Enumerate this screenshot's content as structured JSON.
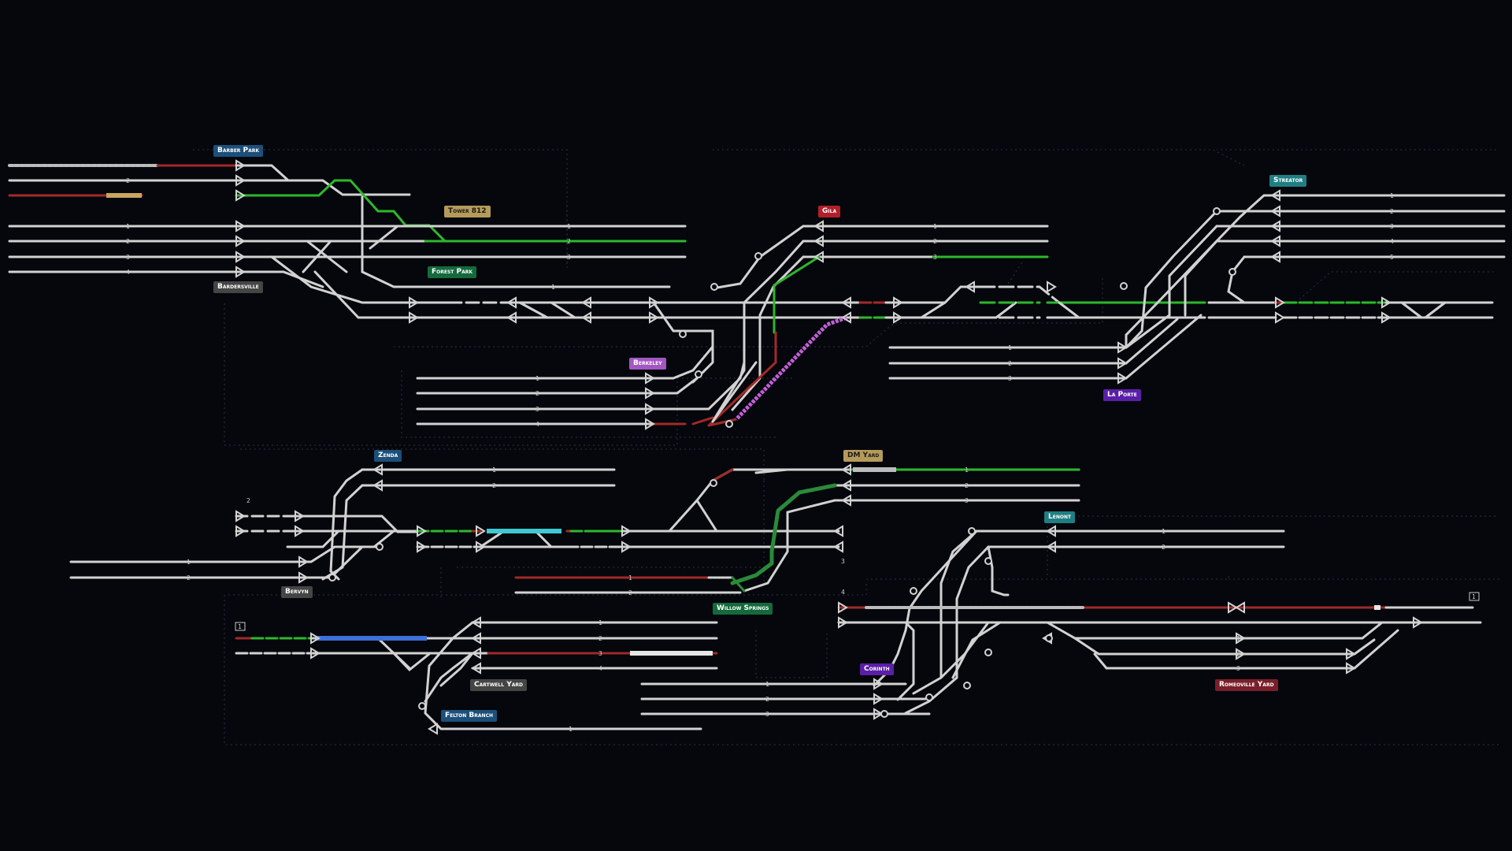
{
  "window": {
    "title": "Rail signalling panel"
  },
  "colors": {
    "background": "#05070c",
    "track": "#d2d2d2",
    "route_set": "#2db82d",
    "occupied": "#a12a2a",
    "zone_border": "#2a3345"
  },
  "stations": [
    {
      "id": "barber-park",
      "name": "Barber Park",
      "color": "#1c4f7a",
      "text": "#ffffff"
    },
    {
      "id": "tower-812",
      "name": "Tower 812",
      "color": "#b59a5a",
      "text": "#1a1a1a"
    },
    {
      "id": "bardersville",
      "name": "Bardersville",
      "color": "#454545",
      "text": "#ffffff"
    },
    {
      "id": "forest-park",
      "name": "Forest Park",
      "color": "#146a3c",
      "text": "#ffffff"
    },
    {
      "id": "gila",
      "name": "Gila",
      "color": "#b21f2a",
      "text": "#ffffff"
    },
    {
      "id": "streator",
      "name": "Streator",
      "color": "#1f7e82",
      "text": "#ffffff"
    },
    {
      "id": "berkeley",
      "name": "Berkeley",
      "color": "#a456c2",
      "text": "#ffffff"
    },
    {
      "id": "la-porte",
      "name": "La Porte",
      "color": "#5a1fa8",
      "text": "#ffffff"
    },
    {
      "id": "zenda",
      "name": "Zenda",
      "color": "#1c4f7a",
      "text": "#ffffff"
    },
    {
      "id": "dm-yard",
      "name": "DM Yard",
      "color": "#b59a5a",
      "text": "#1a1a1a"
    },
    {
      "id": "lenont",
      "name": "Lenont",
      "color": "#1f7e82",
      "text": "#ffffff"
    },
    {
      "id": "bervyn",
      "name": "Bervyn",
      "color": "#454545",
      "text": "#ffffff"
    },
    {
      "id": "willow-springs",
      "name": "Willow Springs",
      "color": "#146a3c",
      "text": "#ffffff"
    },
    {
      "id": "cartwell-yard",
      "name": "Cartwell Yard",
      "color": "#454545",
      "text": "#ffffff"
    },
    {
      "id": "corinth",
      "name": "Corinth",
      "color": "#5a1fa8",
      "text": "#ffffff"
    },
    {
      "id": "romeoville-yard",
      "name": "Romeoville Yard",
      "color": "#7a1f2a",
      "text": "#ffffff"
    },
    {
      "id": "felton-branch",
      "name": "Felton Branch",
      "color": "#1c4f7a",
      "text": "#ffffff"
    }
  ],
  "track_numbers": {
    "barber": [
      "2"
    ],
    "tower": [
      "1",
      "2",
      "3",
      "4"
    ],
    "tower_yard": [
      "1",
      "2",
      "3"
    ],
    "gila": [
      "1",
      "2",
      "3"
    ],
    "streator": [
      "1",
      "2",
      "3",
      "4",
      "5"
    ],
    "berkeley": [
      "1",
      "2",
      "3",
      "4"
    ],
    "laporte": [
      "1",
      "2",
      "3"
    ],
    "forest": [
      "1"
    ],
    "zenda": [
      "1",
      "2"
    ],
    "dm": [
      "1",
      "2",
      "3"
    ],
    "lenont": [
      "1",
      "2"
    ],
    "bervyn": [
      "1",
      "2"
    ],
    "willow": [
      "1",
      "2"
    ],
    "cartwell": [
      "1",
      "2",
      "3",
      "4"
    ],
    "corinth": [
      "1",
      "2",
      "3"
    ],
    "romeoville": [
      "1",
      "2",
      "3"
    ],
    "felton": [
      "1"
    ],
    "edge": [
      "2",
      "3",
      "4",
      "1",
      "1"
    ]
  }
}
